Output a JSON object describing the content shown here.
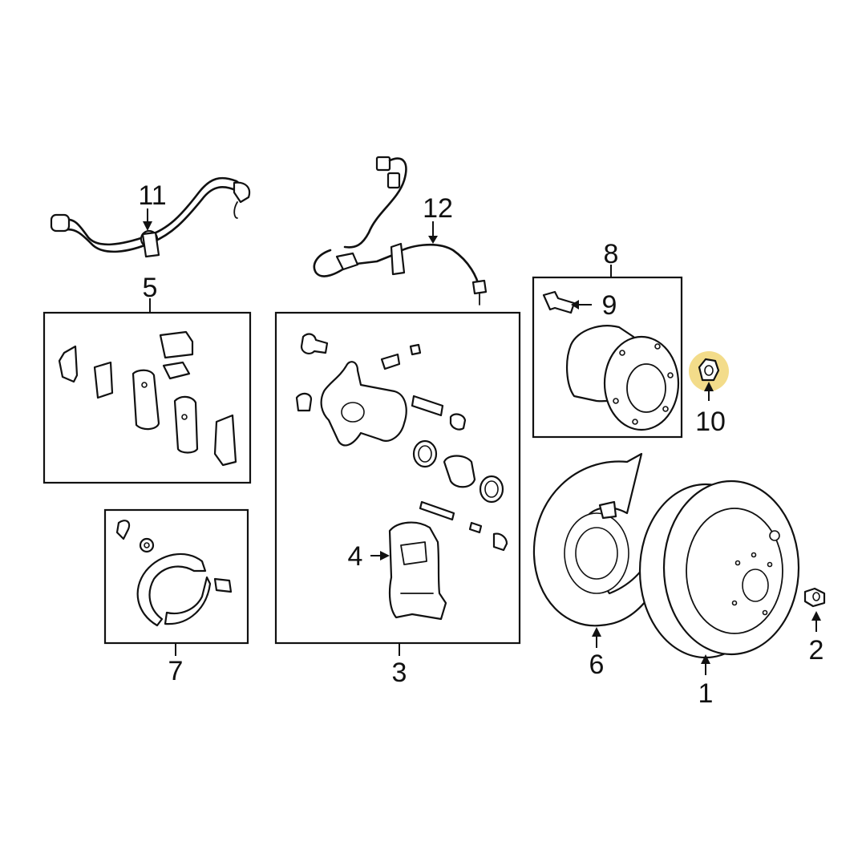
{
  "callouts": {
    "c1": "1",
    "c2": "2",
    "c3": "3",
    "c4": "4",
    "c5": "5",
    "c6": "6",
    "c7": "7",
    "c8": "8",
    "c9": "9",
    "c10": "10",
    "c11": "11",
    "c12": "12"
  },
  "highlight": {
    "part": "10",
    "color": "#f3dc8a"
  }
}
